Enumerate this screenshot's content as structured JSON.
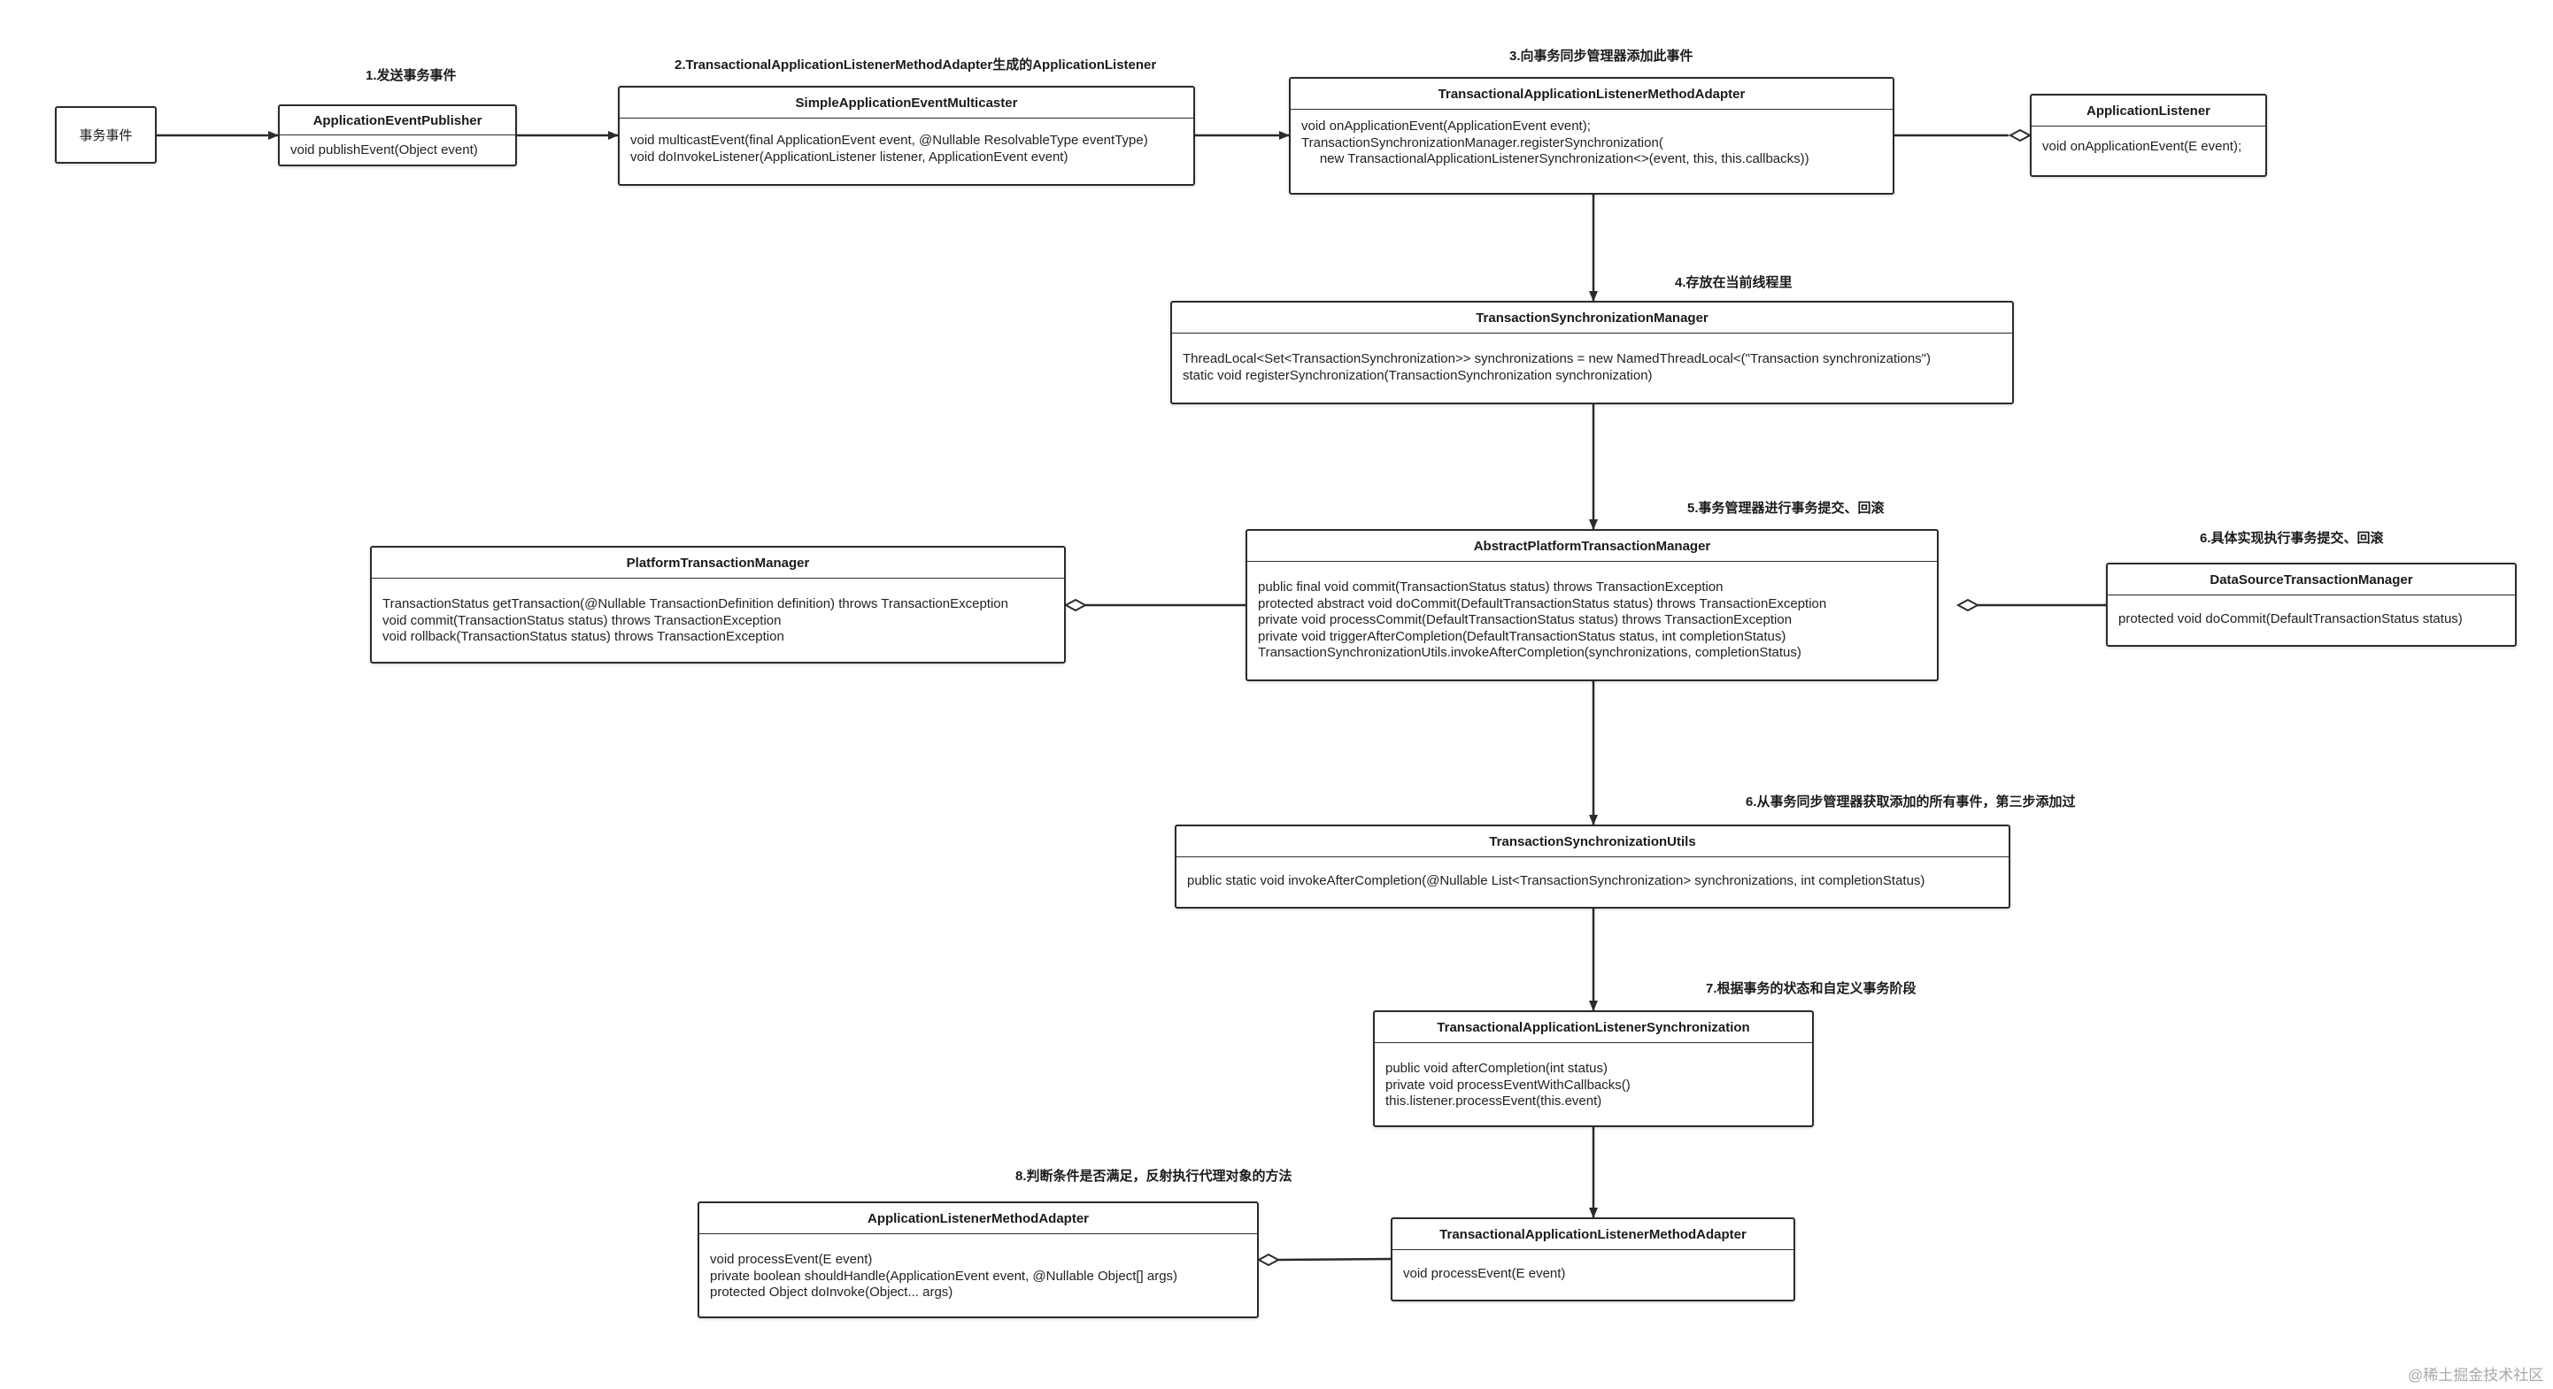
{
  "steps": {
    "s1": "1.发送事务事件",
    "s2": "2.TransactionalApplicationListenerMethodAdapter生成的ApplicationListener",
    "s3": "3.向事务同步管理器添加此事件",
    "s4": "4.存放在当前线程里",
    "s5": "5.事务管理器进行事务提交、回滚",
    "s6a": "6.具体实现执行事务提交、回滚",
    "s6b": "6.从事务同步管理器获取添加的所有事件，第三步添加过",
    "s7": "7.根据事务的状态和自定义事务阶段",
    "s8": "8.判断条件是否满足，反射执行代理对象的方法"
  },
  "event": {
    "label": "事务事件"
  },
  "publisher": {
    "title": "ApplicationEventPublisher",
    "body": "void publishEvent(Object event)"
  },
  "multicaster": {
    "title": "SimpleApplicationEventMulticaster",
    "body": "void multicastEvent(final ApplicationEvent event, @Nullable ResolvableType eventType)\nvoid doInvokeListener(ApplicationListener listener, ApplicationEvent event)"
  },
  "adapter_top": {
    "title": "TransactionalApplicationListenerMethodAdapter",
    "body": "void onApplicationEvent(ApplicationEvent event);\nTransactionSynchronizationManager.registerSynchronization(\n     new TransactionalApplicationListenerSynchronization<>(event, this, this.callbacks))"
  },
  "listener": {
    "title": "ApplicationListener",
    "body": "void onApplicationEvent(E event);"
  },
  "sync_manager": {
    "title": "TransactionSynchronizationManager",
    "body": "ThreadLocal<Set<TransactionSynchronization>> synchronizations = new NamedThreadLocal<(\"Transaction synchronizations\")\nstatic void registerSynchronization(TransactionSynchronization synchronization)"
  },
  "platform_manager": {
    "title": "PlatformTransactionManager",
    "body": "TransactionStatus getTransaction(@Nullable TransactionDefinition definition) throws TransactionException\nvoid commit(TransactionStatus status) throws TransactionException\nvoid rollback(TransactionStatus status) throws TransactionException"
  },
  "abstract_manager": {
    "title": "AbstractPlatformTransactionManager",
    "body": "public final void commit(TransactionStatus status) throws TransactionException\nprotected abstract void doCommit(DefaultTransactionStatus status) throws TransactionException\nprivate void processCommit(DefaultTransactionStatus status) throws TransactionException\nprivate void triggerAfterCompletion(DefaultTransactionStatus status, int completionStatus)\nTransactionSynchronizationUtils.invokeAfterCompletion(synchronizations, completionStatus)"
  },
  "datasource_manager": {
    "title": "DataSourceTransactionManager",
    "body": "protected void doCommit(DefaultTransactionStatus status)"
  },
  "sync_utils": {
    "title": "TransactionSynchronizationUtils",
    "body": "public static void invokeAfterCompletion(@Nullable List<TransactionSynchronization> synchronizations, int completionStatus)"
  },
  "listener_sync": {
    "title": "TransactionalApplicationListenerSynchronization",
    "body": "public void afterCompletion(int status)\nprivate void processEventWithCallbacks()\nthis.listener.processEvent(this.event)"
  },
  "method_adapter": {
    "title": "ApplicationListenerMethodAdapter",
    "body": "void processEvent(E event)\nprivate boolean shouldHandle(ApplicationEvent event, @Nullable Object[] args)\nprotected Object doInvoke(Object... args)"
  },
  "adapter_bottom": {
    "title": "TransactionalApplicationListenerMethodAdapter",
    "body": "void processEvent(E event)"
  },
  "watermark": "@稀土掘金技术社区",
  "colors": {
    "line": "#2b2b2b",
    "text": "#1a1a1a",
    "watermark": "#a9a9a9"
  }
}
